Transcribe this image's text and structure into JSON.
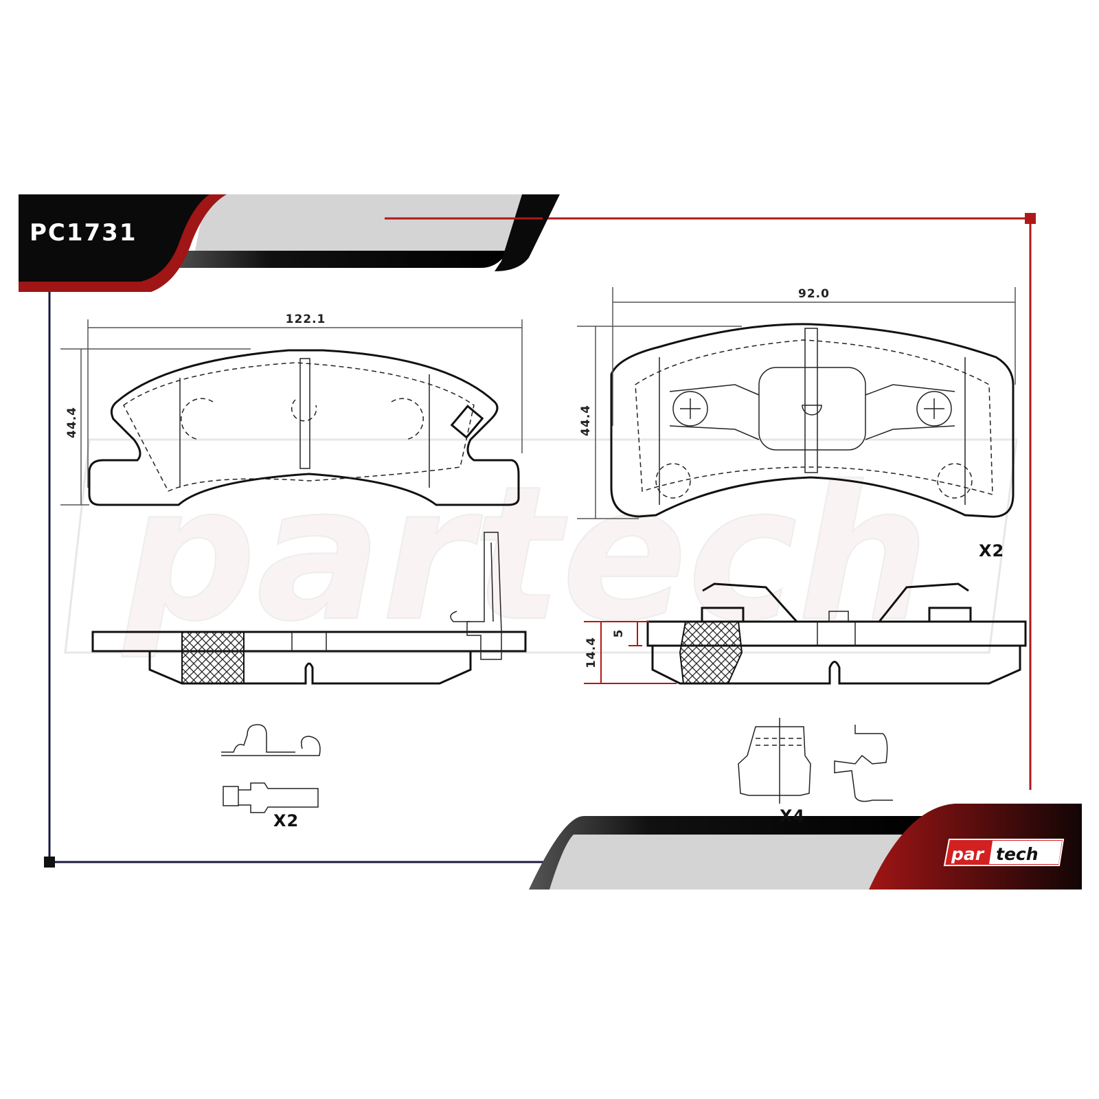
{
  "header": {
    "part_number": "PC1731"
  },
  "dimensions": {
    "pad1_width": "122.1",
    "pad1_height": "44.4",
    "pad2_width": "92.0",
    "pad2_height": "44.4",
    "thickness_total": "14.4",
    "thickness_backing": "5"
  },
  "quantities": {
    "pad2_qty": "X2",
    "clip_left_qty": "X2",
    "clip_right_qty": "X4"
  },
  "brand": {
    "logo_text": "partech",
    "watermark_text": "partech"
  },
  "colors": {
    "accent_red": "#b01818",
    "black": "#0a0a0a",
    "light_gray": "#d4d4d4",
    "frame_navy": "#1a1a40"
  }
}
